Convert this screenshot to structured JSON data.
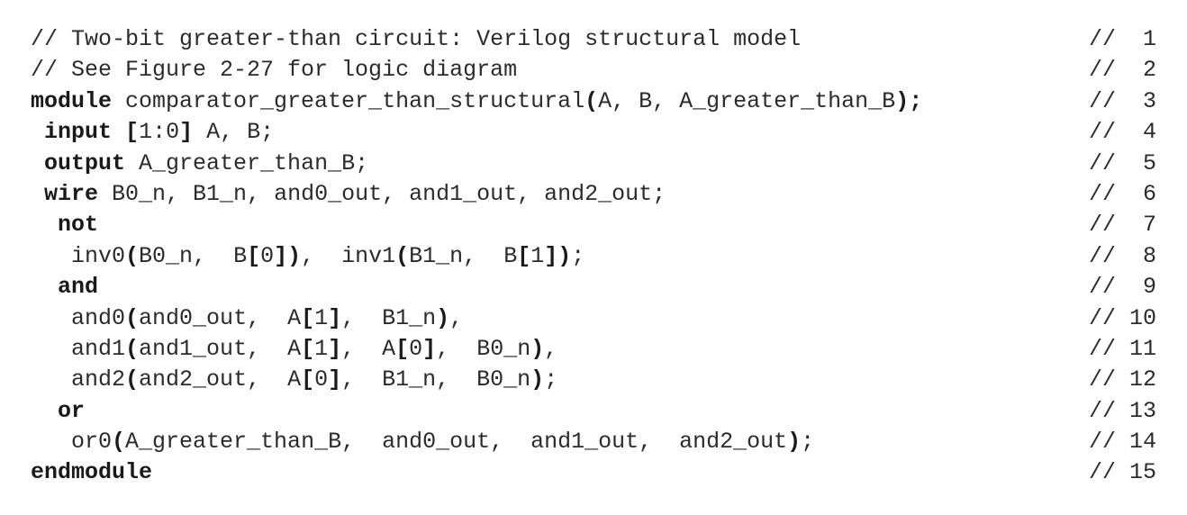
{
  "listing": {
    "lines": [
      {
        "segments": [
          {
            "text": "// Two-bit greater-than circuit: Verilog structural model",
            "bold": false
          }
        ],
        "number": "//  1"
      },
      {
        "segments": [
          {
            "text": "// See Figure 2-27 for logic diagram",
            "bold": false
          }
        ],
        "number": "//  2"
      },
      {
        "segments": [
          {
            "text": "module",
            "bold": true
          },
          {
            "text": " comparator_greater_than_structural",
            "bold": false
          },
          {
            "text": "(",
            "bold": true
          },
          {
            "text": "A, B, A_greater_than_B",
            "bold": false
          },
          {
            "text": ");",
            "bold": true
          }
        ],
        "number": "//  3"
      },
      {
        "segments": [
          {
            "text": " ",
            "bold": false
          },
          {
            "text": "input",
            "bold": true
          },
          {
            "text": " ",
            "bold": false
          },
          {
            "text": "[",
            "bold": true
          },
          {
            "text": "1:0",
            "bold": false
          },
          {
            "text": "]",
            "bold": true
          },
          {
            "text": " A, B;",
            "bold": false
          }
        ],
        "number": "//  4"
      },
      {
        "segments": [
          {
            "text": " ",
            "bold": false
          },
          {
            "text": "output",
            "bold": true
          },
          {
            "text": " A_greater_than_B;",
            "bold": false
          }
        ],
        "number": "//  5"
      },
      {
        "segments": [
          {
            "text": " ",
            "bold": false
          },
          {
            "text": "wire",
            "bold": true
          },
          {
            "text": " B0_n, B1_n, and0_out, and1_out, and2_out;",
            "bold": false
          }
        ],
        "number": "//  6"
      },
      {
        "segments": [
          {
            "text": "  ",
            "bold": false
          },
          {
            "text": "not",
            "bold": true
          }
        ],
        "number": "//  7"
      },
      {
        "segments": [
          {
            "text": "   inv0",
            "bold": false
          },
          {
            "text": "(",
            "bold": true
          },
          {
            "text": "B0_n,  B",
            "bold": false
          },
          {
            "text": "[",
            "bold": true
          },
          {
            "text": "0",
            "bold": false
          },
          {
            "text": "])",
            "bold": true
          },
          {
            "text": ",  inv1",
            "bold": false
          },
          {
            "text": "(",
            "bold": true
          },
          {
            "text": "B1_n,  B",
            "bold": false
          },
          {
            "text": "[",
            "bold": true
          },
          {
            "text": "1",
            "bold": false
          },
          {
            "text": "])",
            "bold": true
          },
          {
            "text": ";",
            "bold": false
          }
        ],
        "number": "//  8"
      },
      {
        "segments": [
          {
            "text": "  ",
            "bold": false
          },
          {
            "text": "and",
            "bold": true
          }
        ],
        "number": "//  9"
      },
      {
        "segments": [
          {
            "text": "   and0",
            "bold": false
          },
          {
            "text": "(",
            "bold": true
          },
          {
            "text": "and0_out,  A",
            "bold": false
          },
          {
            "text": "[",
            "bold": true
          },
          {
            "text": "1",
            "bold": false
          },
          {
            "text": "]",
            "bold": true
          },
          {
            "text": ",  B1_n",
            "bold": false
          },
          {
            "text": ")",
            "bold": true
          },
          {
            "text": ",",
            "bold": false
          }
        ],
        "number": "// 10"
      },
      {
        "segments": [
          {
            "text": "   and1",
            "bold": false
          },
          {
            "text": "(",
            "bold": true
          },
          {
            "text": "and1_out,  A",
            "bold": false
          },
          {
            "text": "[",
            "bold": true
          },
          {
            "text": "1",
            "bold": false
          },
          {
            "text": "]",
            "bold": true
          },
          {
            "text": ",  A",
            "bold": false
          },
          {
            "text": "[",
            "bold": true
          },
          {
            "text": "0",
            "bold": false
          },
          {
            "text": "]",
            "bold": true
          },
          {
            "text": ",  B0_n",
            "bold": false
          },
          {
            "text": ")",
            "bold": true
          },
          {
            "text": ",",
            "bold": false
          }
        ],
        "number": "// 11"
      },
      {
        "segments": [
          {
            "text": "   and2",
            "bold": false
          },
          {
            "text": "(",
            "bold": true
          },
          {
            "text": "and2_out,  A",
            "bold": false
          },
          {
            "text": "[",
            "bold": true
          },
          {
            "text": "0",
            "bold": false
          },
          {
            "text": "]",
            "bold": true
          },
          {
            "text": ",  B1_n,  B0_n",
            "bold": false
          },
          {
            "text": ")",
            "bold": true
          },
          {
            "text": ";",
            "bold": false
          }
        ],
        "number": "// 12"
      },
      {
        "segments": [
          {
            "text": "  ",
            "bold": false
          },
          {
            "text": "or",
            "bold": true
          }
        ],
        "number": "// 13"
      },
      {
        "segments": [
          {
            "text": "   or0",
            "bold": false
          },
          {
            "text": "(",
            "bold": true
          },
          {
            "text": "A_greater_than_B,  and0_out,  and1_out,  and2_out",
            "bold": false
          },
          {
            "text": ")",
            "bold": true
          },
          {
            "text": ";",
            "bold": false
          }
        ],
        "number": "// 14"
      },
      {
        "segments": [
          {
            "text": "endmodule",
            "bold": true
          }
        ],
        "number": "// 15"
      }
    ]
  }
}
